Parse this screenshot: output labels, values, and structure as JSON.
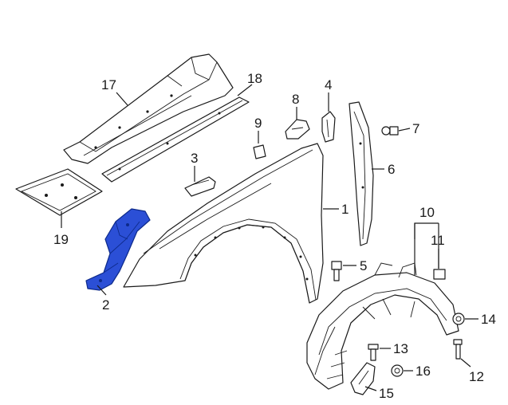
{
  "diagram": {
    "highlight_color": "#2b4fd6",
    "line_color": "#1a1a1a",
    "callouts": {
      "c1": "1",
      "c2": "2",
      "c3": "3",
      "c4": "4",
      "c5": "5",
      "c6": "6",
      "c7": "7",
      "c8": "8",
      "c9": "9",
      "c10": "10",
      "c11": "11",
      "c12": "12",
      "c13": "13",
      "c14": "14",
      "c15": "15",
      "c16": "16",
      "c17": "17",
      "c18": "18",
      "c19": "19"
    },
    "highlighted_part": "2"
  }
}
